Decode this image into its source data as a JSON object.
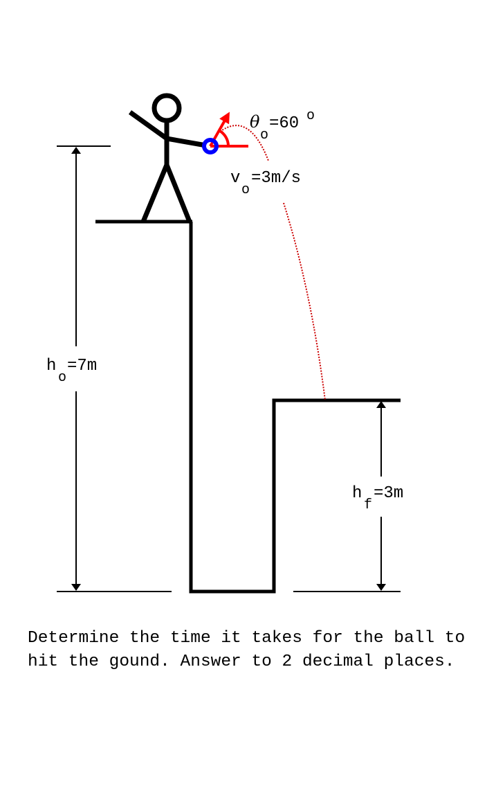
{
  "diagram": {
    "angle": {
      "symbol": "θ",
      "subscript": "o",
      "value": "=60",
      "unit": "o"
    },
    "velocity": {
      "symbol": "v",
      "subscript": "o",
      "value": "=3m/s"
    },
    "initial_height": {
      "symbol": "h",
      "subscript": "o",
      "value": "=7m"
    },
    "final_height": {
      "symbol": "h",
      "subscript": "f",
      "value": "=3m"
    },
    "colors": {
      "ball": "#0000ff",
      "vector": "#ff0000",
      "trajectory": "#cc0000",
      "lines": "#000000"
    }
  },
  "question": "Determine the time it takes for the ball to hit the gound. Answer to 2 decimal places."
}
